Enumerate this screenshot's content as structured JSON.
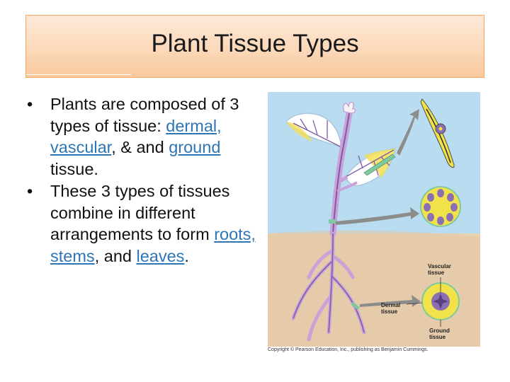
{
  "slide": {
    "title": "Plant Tissue Types"
  },
  "bullets": [
    {
      "marker": "•",
      "parts": [
        {
          "text": "Plants are composed of 3 types of tissue: ",
          "link": false
        },
        {
          "text": "dermal, vascular",
          "link": true
        },
        {
          "text": ", & and ",
          "link": false
        },
        {
          "text": "ground",
          "link": true
        },
        {
          "text": " tissue.",
          "link": false
        }
      ]
    },
    {
      "marker": "•",
      "parts": [
        {
          "text": "These 3 types of tissues combine in different arrangements to form ",
          "link": false
        },
        {
          "text": "roots, stems",
          "link": true
        },
        {
          "text": ", and ",
          "link": false
        },
        {
          "text": "leaves",
          "link": true
        },
        {
          "text": ".",
          "link": false
        }
      ]
    }
  ],
  "figure": {
    "label_vascular_1": "Vascular",
    "label_vascular_2": "tissue",
    "label_dermal_1": "Dermal",
    "label_dermal_2": "tissue",
    "label_ground_1": "Ground",
    "label_ground_2": "tissue",
    "copyright": "Copyright © Pearson Education, Inc., publishing as Benjamin Cummings.",
    "colors": {
      "sky": "#b9dcf0",
      "soil": "#e8d2b4",
      "vascular": "#8a6fb3",
      "ground": "#f2e24a",
      "arrow": "#8c8c8c"
    }
  }
}
